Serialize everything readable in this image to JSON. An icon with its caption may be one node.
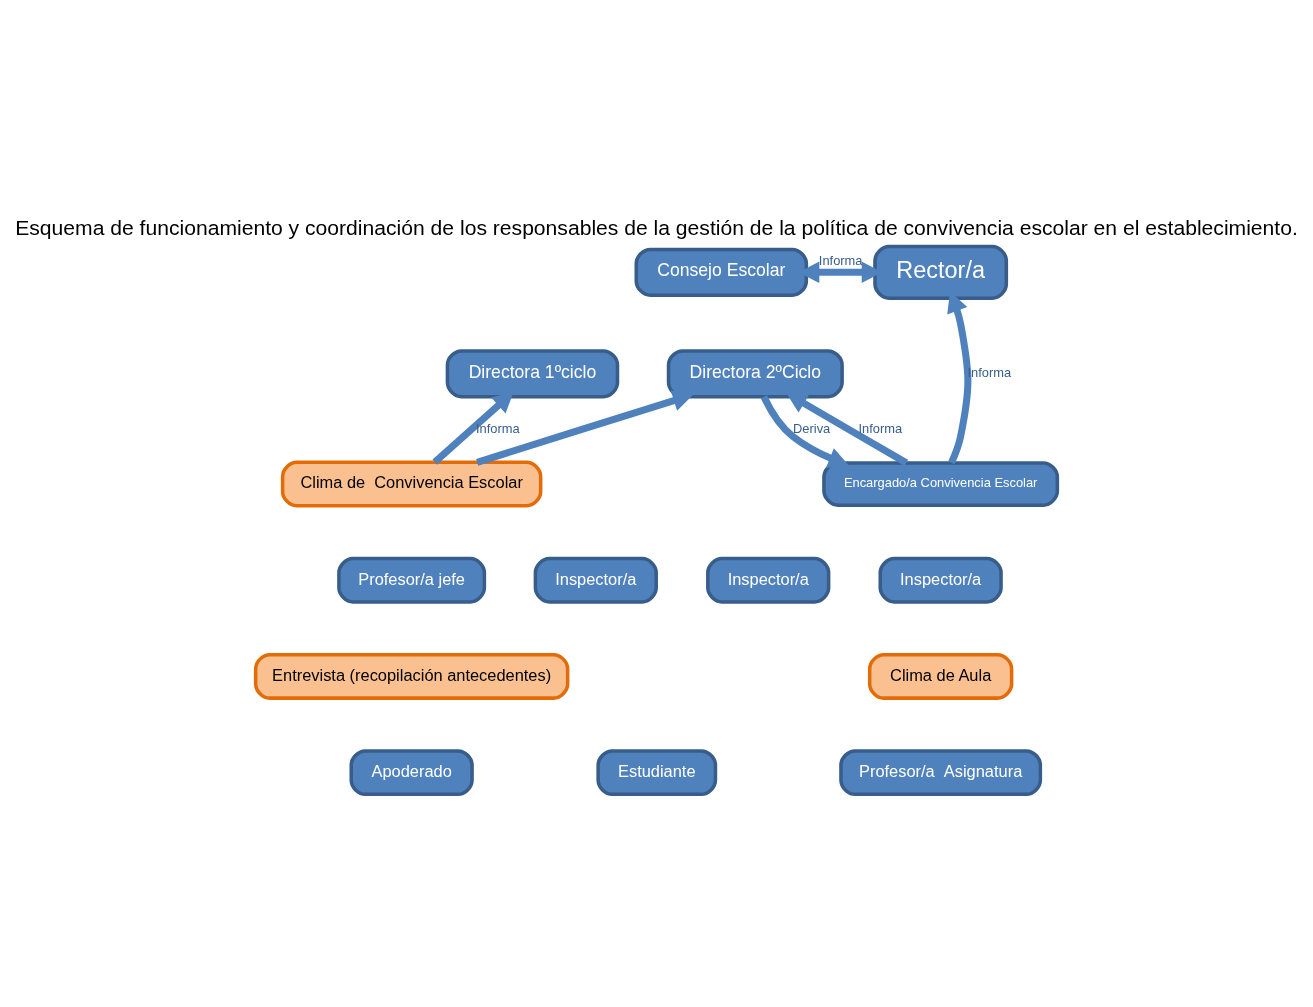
{
  "diagram": {
    "title": "Esquema de funcionamiento y coordinación de los responsables de la gestión de la política de convivencia escolar en el establecimiento.",
    "nodes": [
      {
        "text": [
          "Consejo Escolar"
        ]
      },
      {
        "text": [
          "Rector/a"
        ]
      },
      {
        "text": [
          "Directora 1ºciclo"
        ]
      },
      {
        "text": [
          "Directora 2ºCiclo"
        ]
      },
      {
        "text": [
          "Encargado/a Convivencia Escolar"
        ]
      },
      {
        "text": [
          "Clima de  Convivencia Escolar"
        ]
      },
      {
        "text": [
          "Profesor/a jefe"
        ]
      },
      {
        "text": [
          "Inspector/a"
        ]
      },
      {
        "text": [
          "Inspector/a"
        ]
      },
      {
        "text": [
          "Inspector/a"
        ]
      },
      {
        "text": [
          "Entrevista (recopilación antecedentes)"
        ]
      },
      {
        "text": [
          "Apoderado"
        ]
      },
      {
        "text": [
          "Estudiante"
        ]
      },
      {
        "text": [
          "Clima de Aula"
        ]
      },
      {
        "text": [
          "Profesor/a  Asignatura"
        ]
      }
    ],
    "edges": [
      {
        "from": 0,
        "to": 1,
        "arrow": "both",
        "label": "Informa"
      },
      {
        "from": 4,
        "to": 1,
        "arrow": "to",
        "label": "Informa"
      },
      {
        "from": 3,
        "to": 4,
        "arrow": "to",
        "label": "Deriva"
      },
      {
        "from": 4,
        "to": 3,
        "arrow": "to",
        "label": "Informa"
      },
      {
        "from": 5,
        "to": 2,
        "arrow": "to",
        "label": "Informa"
      },
      {
        "from": 5,
        "to": 3,
        "arrow": "to"
      }
    ]
  }
}
